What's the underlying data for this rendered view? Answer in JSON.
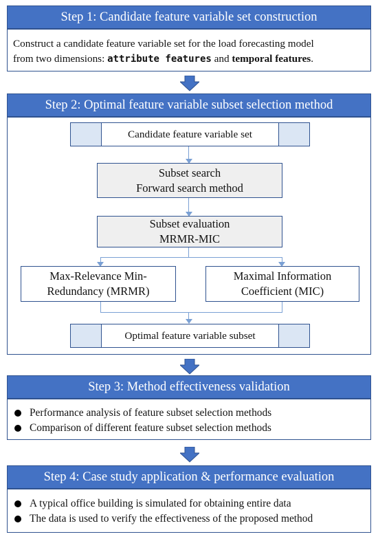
{
  "step1": {
    "title": "Step 1: Candidate feature variable set construction",
    "line1": "Construct a candidate feature variable set for the load forecasting model",
    "line2_prefix": "from two dimensions: ",
    "bold_a": "attribute features",
    "conj": " and ",
    "bold_b": "temporal features",
    "suffix": "."
  },
  "step2": {
    "title": "Step 2: Optimal feature variable subset selection method",
    "candidate_set": "Candidate feature variable set",
    "subset_search": [
      "Subset search",
      "Forward search method"
    ],
    "subset_evaluation": [
      "Subset evaluation",
      "MRMR-MIC"
    ],
    "mrmr": [
      "Max-Relevance Min-",
      "Redundancy (MRMR)"
    ],
    "mic": [
      "Maximal Information",
      "Coefficient (MIC)"
    ],
    "optimal_subset": "Optimal feature variable subset"
  },
  "step3": {
    "title": "Step 3: Method effectiveness validation",
    "bullets": [
      "Performance analysis of feature subset selection methods",
      "Comparison of different feature subset selection methods"
    ]
  },
  "step4": {
    "title": "Step 4: Case study application & performance evaluation",
    "bullets": [
      "A typical office building is simulated for obtaining entire data",
      "The data is used to verify the effectiveness of the proposed method"
    ]
  },
  "colors": {
    "header": "#4472c4",
    "border": "#2f528f",
    "arrow": "#4472c4",
    "end_fill": "#dbe6f4",
    "gray_fill": "#efefef",
    "connector": "#7aa0d4"
  }
}
